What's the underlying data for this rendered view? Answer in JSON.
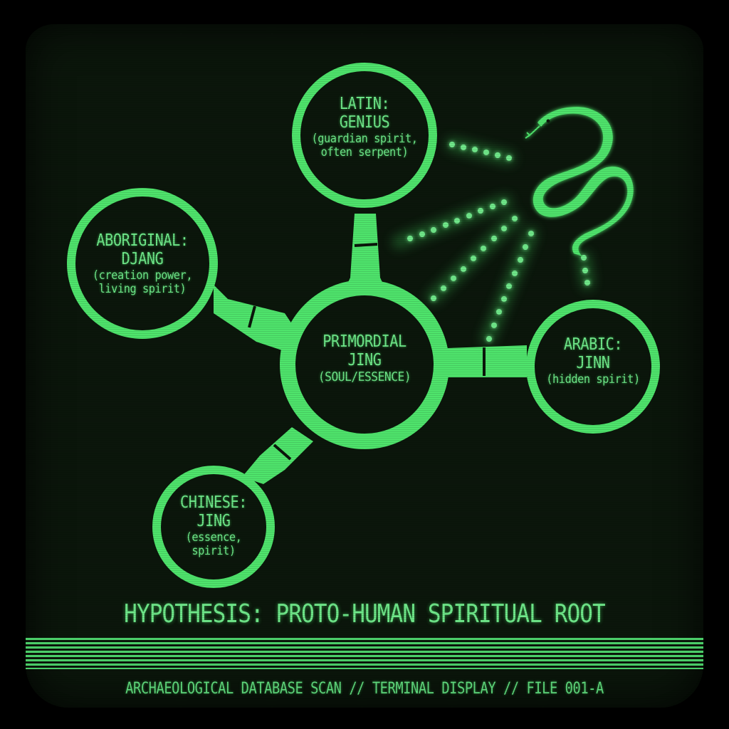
{
  "colors": {
    "phosphor_green": "#4fe46c",
    "text_green": "#6fe88a",
    "screen_bg": "#0b160b",
    "bezel": "#000000"
  },
  "nodes": {
    "center": {
      "line1": "PRIMORDIAL",
      "line2": "JING",
      "line3": "(SOUL/ESSENCE)"
    },
    "latin": {
      "line1": "LATIN:",
      "line2": "GENIUS",
      "line3": "(guardian spirit,",
      "line4": "often serpent)"
    },
    "aboriginal": {
      "line1": "ABORIGINAL:",
      "line2": "DJANG",
      "line3": "(creation power,",
      "line4": "living spirit)"
    },
    "arabic": {
      "line1": "ARABIC:",
      "line2": "JINN",
      "line3": "(hidden spirit)"
    },
    "chinese": {
      "line1": "CHINESE:",
      "line2": "JING",
      "line3": "(essence,",
      "line4": "spirit)"
    }
  },
  "icons": {
    "serpent": "serpent-icon"
  },
  "hypothesis": "HYPOTHESIS: PROTO-HUMAN SPIRITUAL ROOT",
  "footer": "ARCHAEOLOGICAL DATABASE SCAN // TERMINAL DISPLAY // FILE 001-A"
}
